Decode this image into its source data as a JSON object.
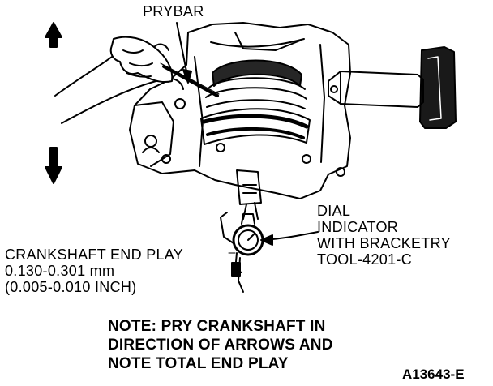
{
  "figure": {
    "callouts": {
      "prybar": "PRYBAR",
      "dial_indicator": [
        "DIAL",
        "INDICATOR",
        "WITH BRACKETRY",
        "TOOL-4201-C"
      ]
    },
    "specification": {
      "lines": [
        "CRANKSHAFT END PLAY",
        "0.130-0.301 mm",
        "(0.005-0.010 INCH)"
      ]
    },
    "note": {
      "lines": [
        "NOTE: PRY CRANKSHAFT IN",
        "DIRECTION OF ARROWS AND",
        "NOTE TOTAL END PLAY"
      ]
    },
    "figure_id": "A13643-E"
  },
  "colors": {
    "ink": "#000000",
    "paper": "#ffffff"
  },
  "icons": [
    "arrow-up-icon",
    "arrow-down-icon"
  ]
}
